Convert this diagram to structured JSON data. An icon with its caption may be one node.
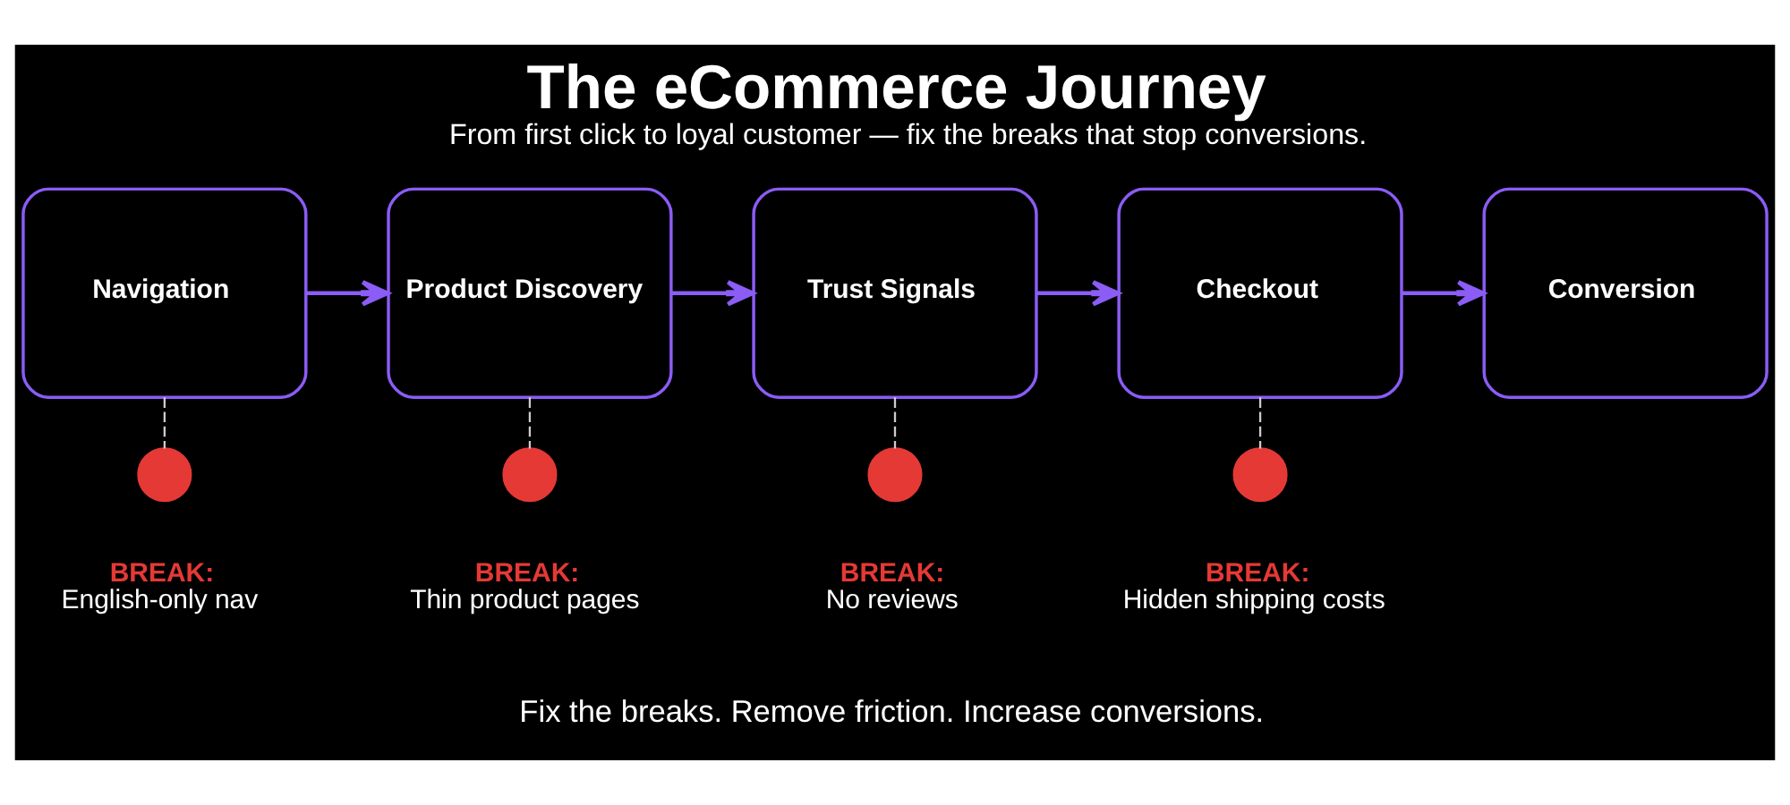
{
  "diagram": {
    "title": "The eCommerce Journey",
    "caption": "From first click to loyal customer — fix the breaks that stop conversions.",
    "nodes": [
      {
        "text": [
          "Navigation"
        ]
      },
      {
        "text": [
          "Product Discovery"
        ]
      },
      {
        "text": [
          "Trust Signals"
        ]
      },
      {
        "text": [
          "Checkout"
        ]
      },
      {
        "text": [
          "Conversion"
        ]
      },
      {
        "text": [],
        "shape": "circle",
        "beside": [
          "BREAK:",
          "English-only nav"
        ]
      },
      {
        "text": [],
        "shape": "circle",
        "beside": [
          "BREAK:",
          "Thin product pages"
        ]
      },
      {
        "text": [],
        "shape": "circle",
        "beside": [
          "BREAK:",
          "No reviews"
        ]
      },
      {
        "text": [],
        "shape": "circle",
        "beside": [
          "BREAK:",
          "Hidden shipping costs"
        ]
      }
    ],
    "edges": [
      {
        "from": 0,
        "to": 1,
        "arrow": "to"
      },
      {
        "from": 1,
        "to": 2,
        "arrow": "to"
      },
      {
        "from": 2,
        "to": 3,
        "arrow": "to"
      },
      {
        "from": 3,
        "to": 4,
        "arrow": "to"
      },
      {
        "from": 0,
        "to": 5,
        "arrow": "none",
        "style": "dashed",
        "color": "#cccccc"
      },
      {
        "from": 1,
        "to": 6,
        "arrow": "none",
        "style": "dashed",
        "color": "#cccccc"
      },
      {
        "from": 2,
        "to": 7,
        "arrow": "none",
        "style": "dashed",
        "color": "#cccccc"
      },
      {
        "from": 3,
        "to": 8,
        "arrow": "none",
        "style": "dashed",
        "color": "#cccccc"
      }
    ],
    "labels": [
      "Fix the breaks. Remove friction. Increase conversions."
    ]
  }
}
